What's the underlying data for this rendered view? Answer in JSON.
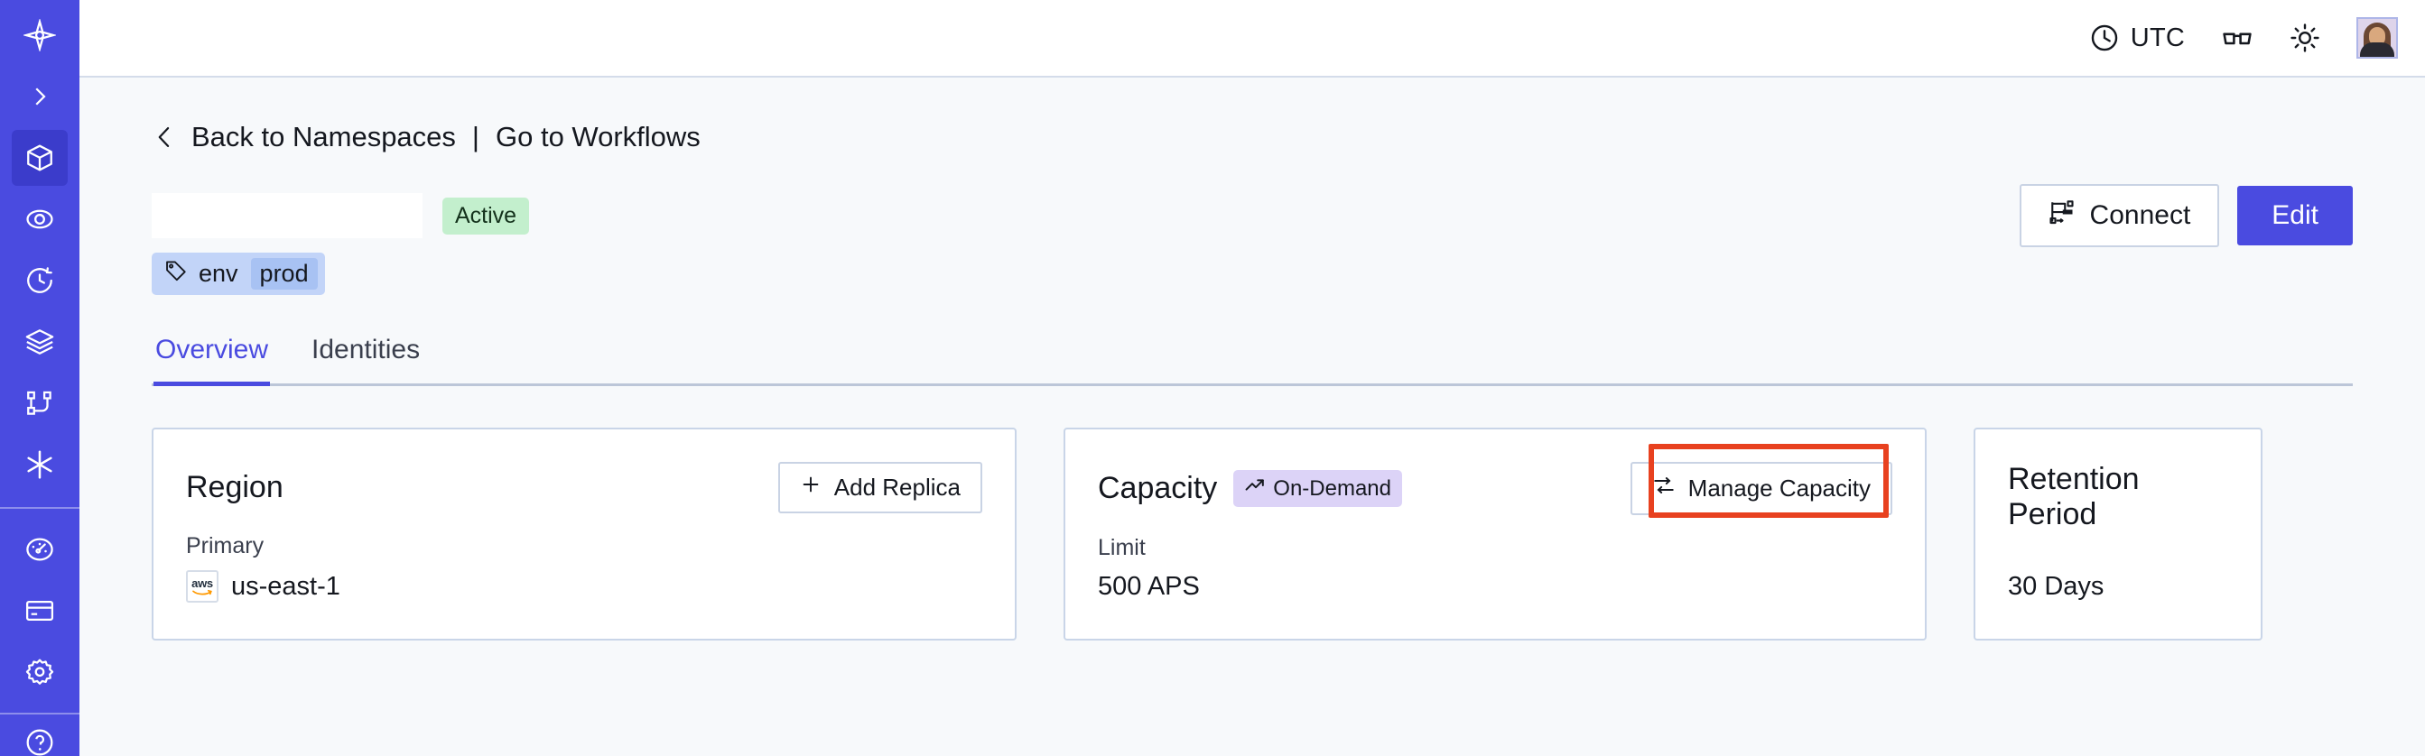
{
  "sidebar": {
    "items": [
      {
        "name": "logo",
        "icon": "temporal-logo-icon",
        "active": false
      },
      {
        "name": "expand",
        "icon": "chevron-right-icon",
        "active": false
      },
      {
        "name": "namespaces",
        "icon": "cube-icon",
        "active": true
      },
      {
        "name": "observability",
        "icon": "eye-icon",
        "active": false
      },
      {
        "name": "schedules",
        "icon": "clock-arrow-icon",
        "active": false
      },
      {
        "name": "stack",
        "icon": "layers-icon",
        "active": false
      },
      {
        "name": "workflows",
        "icon": "git-branch-icon",
        "active": false
      },
      {
        "name": "integrations",
        "icon": "asterisk-icon",
        "active": false
      },
      {
        "name": "usage",
        "icon": "gauge-icon",
        "active": false
      },
      {
        "name": "billing",
        "icon": "credit-card-icon",
        "active": false
      },
      {
        "name": "settings",
        "icon": "gear-icon",
        "active": false
      },
      {
        "name": "help",
        "icon": "help-circle-icon",
        "active": false
      }
    ]
  },
  "topbar": {
    "timezone_label": "UTC",
    "clock_icon": "clock-icon",
    "glasses_icon": "glasses-icon",
    "theme_icon": "sun-icon",
    "avatar_icon": "user-avatar"
  },
  "breadcrumb": {
    "back_icon": "chevron-left-icon",
    "back_label": "Back to Namespaces",
    "separator": "|",
    "forward_label": "Go to Workflows"
  },
  "header": {
    "namespace_title": "",
    "status_badge": "Active",
    "connect_label": "Connect",
    "connect_icon": "connect-icon",
    "edit_label": "Edit"
  },
  "tag": {
    "icon": "tag-icon",
    "key": "env",
    "value": "prod"
  },
  "tabs": [
    {
      "label": "Overview",
      "active": true
    },
    {
      "label": "Identities",
      "active": false
    }
  ],
  "cards": {
    "region": {
      "title": "Region",
      "action_label": "Add Replica",
      "action_icon": "plus-icon",
      "sub_label": "Primary",
      "provider_icon": "aws-logo",
      "provider_text": "aws",
      "value": "us-east-1"
    },
    "capacity": {
      "title": "Capacity",
      "badge_label": "On-Demand",
      "badge_icon": "trending-up-icon",
      "action_label": "Manage Capacity",
      "action_icon": "sliders-icon",
      "sub_label": "Limit",
      "value": "500 APS"
    },
    "retention": {
      "title": "Retention Period",
      "value": "30 Days"
    }
  },
  "colors": {
    "brand": "#4A4BE0",
    "page_bg": "#F7F9FB",
    "annotation": "#E8411F",
    "active_badge_bg": "#C3EFCD",
    "ondemand_badge_bg": "#DCD3F7",
    "tag_bg": "#C2D4F8"
  }
}
